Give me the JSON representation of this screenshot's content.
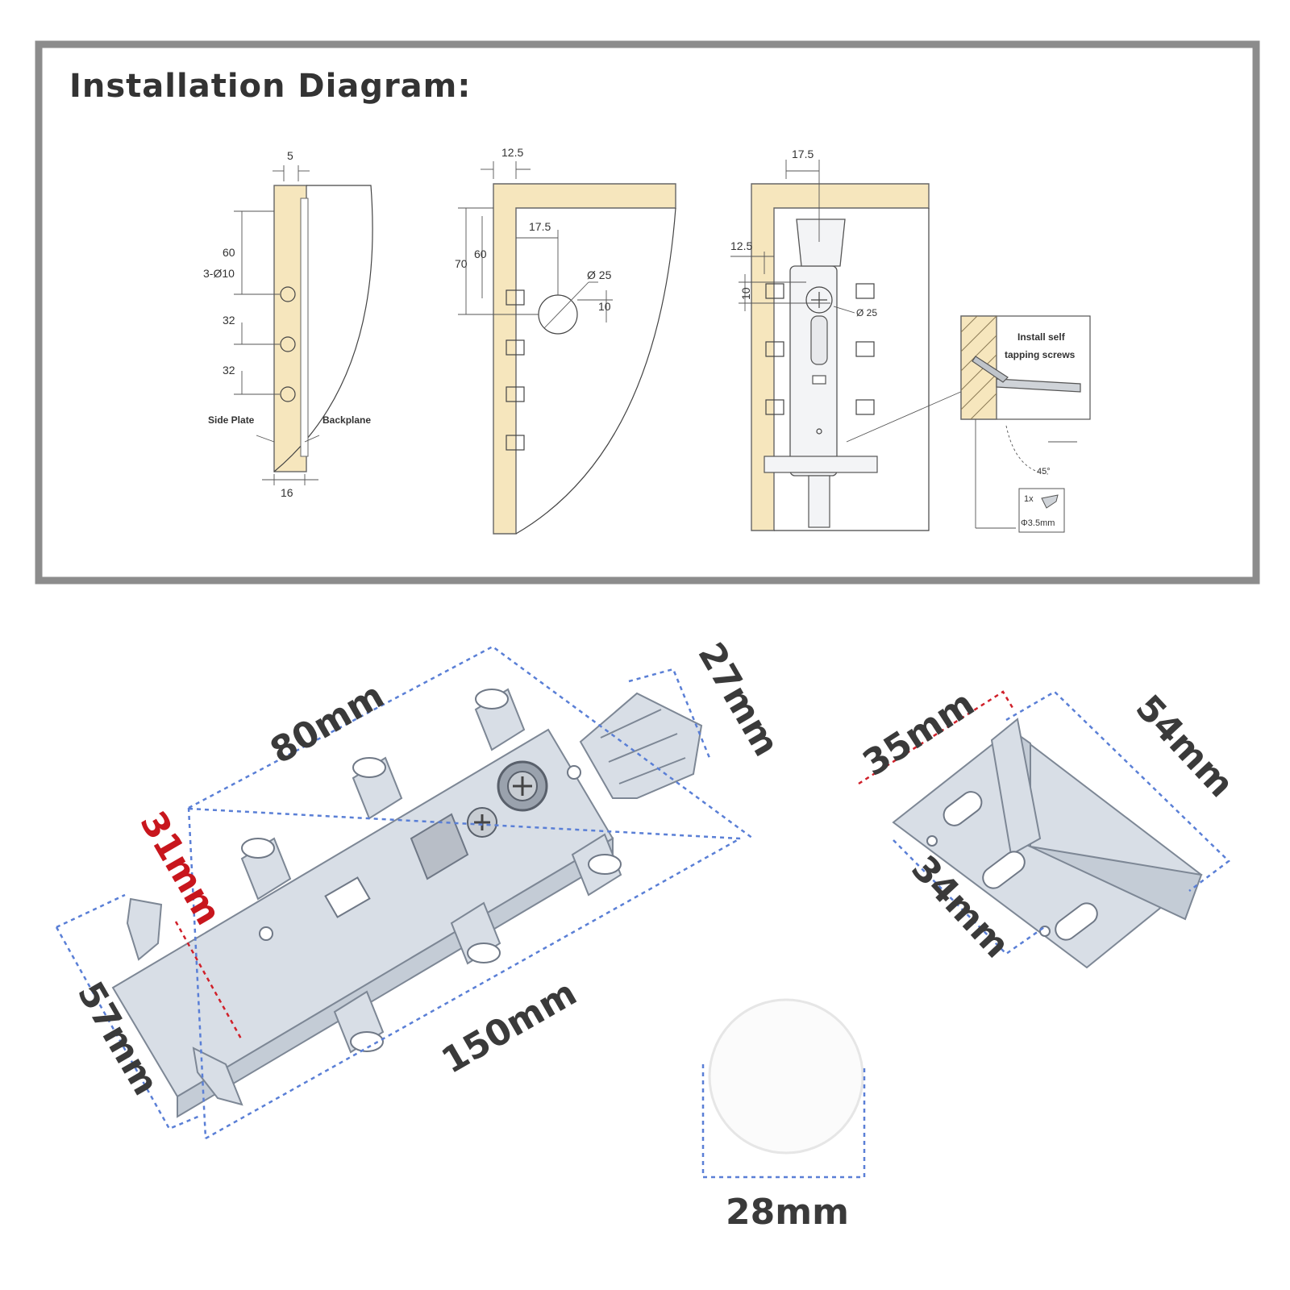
{
  "header": {
    "title": "Installation Diagram:"
  },
  "diagram1": {
    "width": "5",
    "top_spacing": "60",
    "hole_spec": "3-Ø10",
    "spacing_1": "32",
    "spacing_2": "32",
    "side_plate": "Side Plate",
    "backplane": "Backplane",
    "thickness": "16"
  },
  "diagram2": {
    "edge": "12.5",
    "center_offset": "17.5",
    "height_70": "70",
    "height_60": "60",
    "bore": "Ø 25",
    "bore_offset": "10"
  },
  "diagram3": {
    "offset": "17.5",
    "edge": "12.5",
    "v_offset": "10",
    "bore": "Ø 25",
    "install_note_1": "Install self",
    "install_note_2": "tapping screws",
    "angle": "45°",
    "screw_qty": "1x",
    "screw_size": "Φ3.5mm"
  },
  "dimensions": {
    "hanger_length_top": "80mm",
    "hanger_length_bottom": "150mm",
    "hanger_width": "57mm",
    "hanger_offset": "31mm",
    "tab_width": "27mm",
    "plate_width": "35mm",
    "plate_length": "54mm",
    "plate_height": "34mm",
    "cap_diameter": "28mm"
  },
  "colors": {
    "dimension_line": "#5a7fd6",
    "highlight": "#c8161d",
    "wood": "#f6e6bd",
    "frame": "#8c8c8c"
  }
}
